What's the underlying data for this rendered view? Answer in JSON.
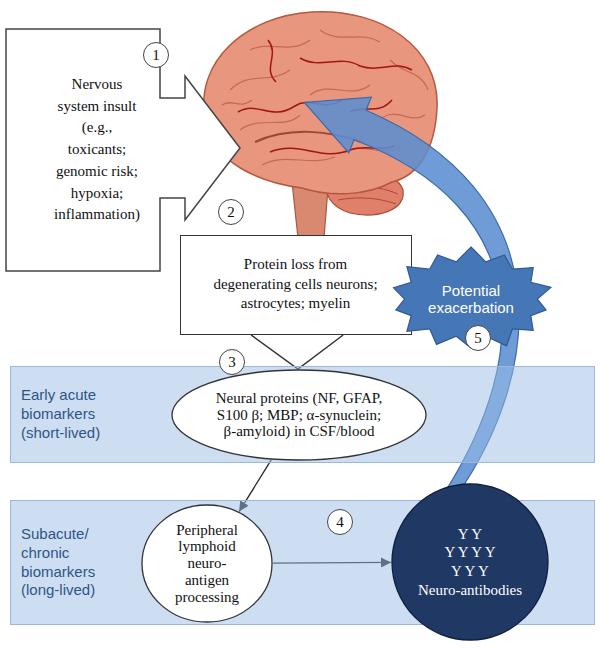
{
  "diagram": {
    "nodes": [
      {
        "text": [
          "Nervous system insult (e.g., toxicants; genomic risk; hypoxia; inflammation)"
        ]
      },
      {
        "text": [
          "Protein loss from degenerating cells neurons; astrocytes; myelin"
        ]
      },
      {
        "text": [
          "Potential exacerbation"
        ]
      },
      {
        "text": [
          "Early acute biomarkers (short-lived)"
        ]
      },
      {
        "text": [
          "Neural proteins (NF, GFAP, S100 β; MBP; α-synuclein; β-amyloid) in CSF/blood"
        ],
        "in": 3
      },
      {
        "text": [
          "Subacute/ chronic biomarkers (long-lived)"
        ]
      },
      {
        "text": [
          "Peripheral lymphoid neuro-antigen processing"
        ],
        "in": 5
      },
      {
        "text": [
          "Y Y",
          "Y Y Y Y",
          "Y Y Y",
          "Neuro-antibodies"
        ],
        "in": 5
      }
    ],
    "edges": [
      {
        "from": 1,
        "to": 4,
        "arrow": "to"
      },
      {
        "from": 4,
        "to": 6,
        "arrow": "to"
      },
      {
        "from": 6,
        "to": 7,
        "arrow": "to"
      }
    ],
    "labels": [
      "1",
      "2",
      "3",
      "4",
      "5"
    ]
  }
}
